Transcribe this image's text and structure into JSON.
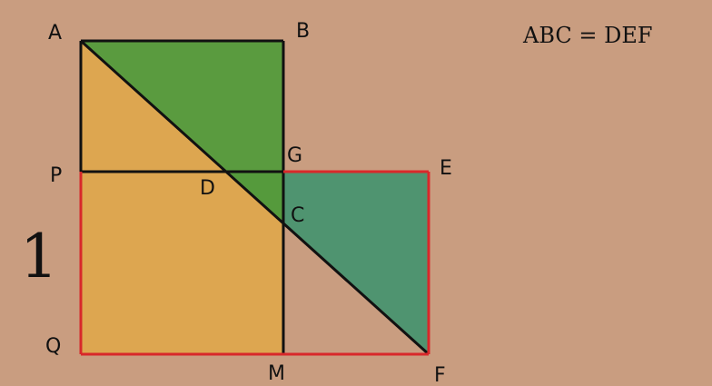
{
  "figure_number": "1",
  "equation": "ABC = DEF",
  "points": {
    "A": "A",
    "B": "B",
    "G": "G",
    "E": "E",
    "P": "P",
    "D": "D",
    "C": "C",
    "Q": "Q",
    "M": "M",
    "F": "F"
  },
  "colors": {
    "background": "#c99d80",
    "triangle_abc": "#5a9b3f",
    "triangle_dgc": "#559a3c",
    "orange_region": "#dda650",
    "triangle_cef": "#4f9470",
    "outline_black": "#111111",
    "outline_red": "#d8282a"
  }
}
